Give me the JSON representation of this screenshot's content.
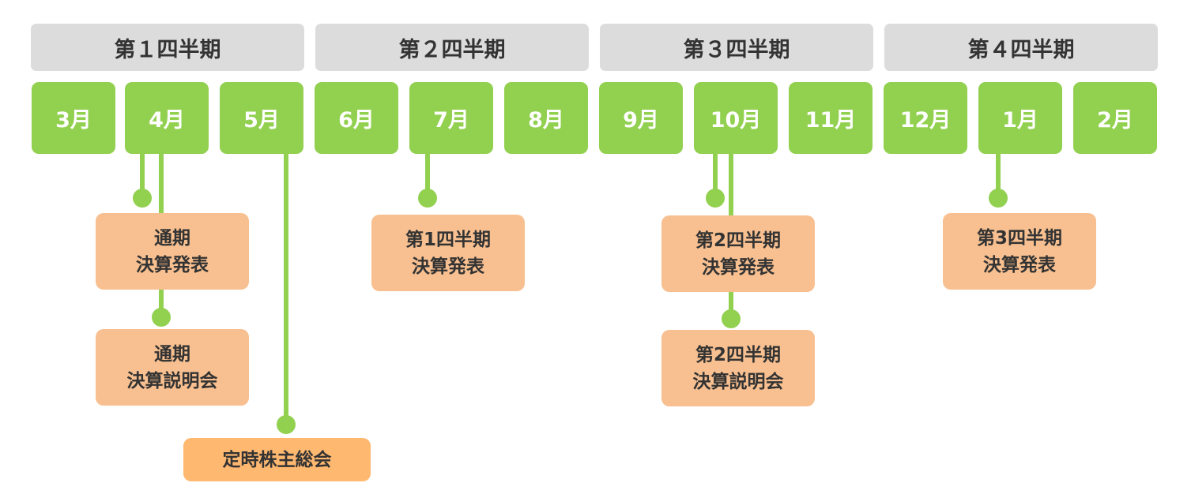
{
  "quarters": [
    "第１四半期",
    "第２四半期",
    "第３四半期",
    "第４四半期"
  ],
  "months": [
    "3月",
    "4月",
    "5月",
    "6月",
    "7月",
    "8月",
    "9月",
    "10月",
    "11月",
    "12月",
    "1月",
    "2月"
  ],
  "events": {
    "q4_results_announcement": [
      "通期",
      "決算発表"
    ],
    "q4_results_briefing": [
      "通期",
      "決算説明会"
    ],
    "agm": [
      "定時株主総会"
    ],
    "q1_results_announcement": [
      "第1四半期",
      "決算発表"
    ],
    "q2_results_announcement": [
      "第2四半期",
      "決算発表"
    ],
    "q2_results_briefing": [
      "第2四半期",
      "決算説明会"
    ],
    "q3_results_announcement": [
      "第3四半期",
      "決算発表"
    ]
  },
  "colors": {
    "quarter_bg": "#dcdcdc",
    "month_bg": "#92d050",
    "event_bg": "#f8c090",
    "meeting_bg": "#ffb870"
  }
}
